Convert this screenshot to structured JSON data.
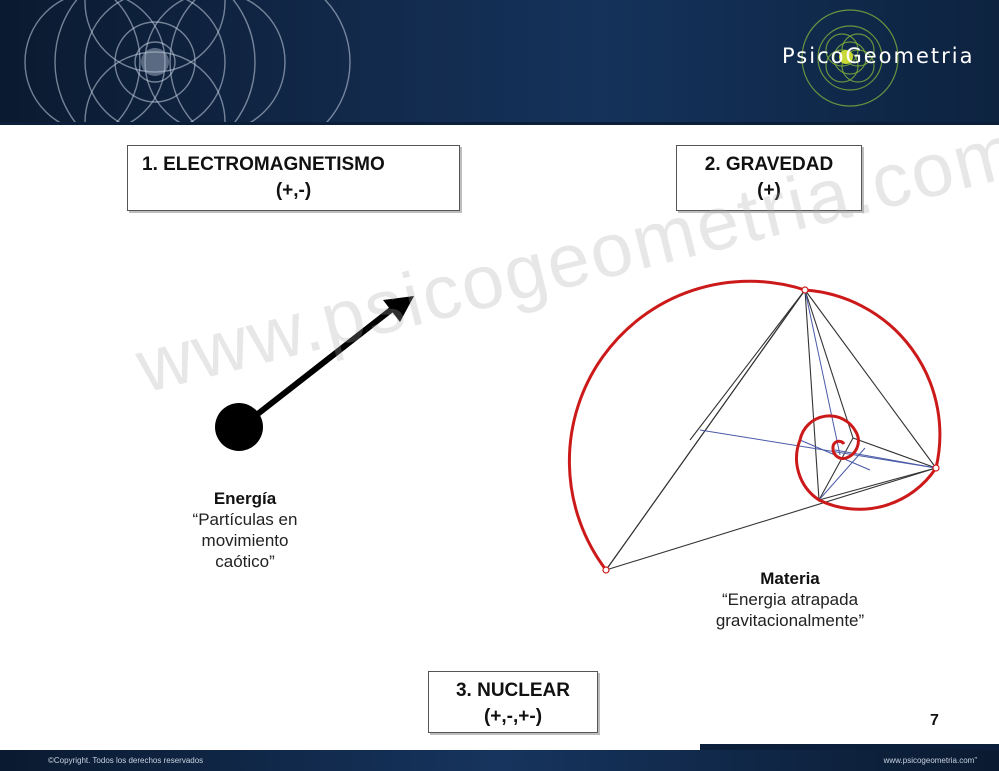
{
  "header": {
    "logo_text": "PsicoGeometria"
  },
  "boxes": {
    "electromagnetismo": {
      "line1": "1.   ELECTROMAGNETISMO",
      "line2": "(+,-)"
    },
    "gravedad": {
      "line1": "2. GRAVEDAD",
      "line2": "(+)"
    },
    "nuclear": {
      "line1": "3. NUCLEAR",
      "line2": "(+,-,+-)"
    }
  },
  "energia": {
    "title": "Energía",
    "lines": [
      "“Partículas en",
      "movimiento",
      "caótico”"
    ]
  },
  "materia": {
    "title": "Materia",
    "lines": [
      "“Energia atrapada",
      "gravitacionalmente”"
    ]
  },
  "watermark": "www.psicogeometria.com",
  "page_number": "7",
  "footer": {
    "copyright": "©Copyright. Todos los derechos reservados",
    "url": "www.psicogeometria.com”"
  },
  "colors": {
    "spiral": "#cc1a1a",
    "triangles": "#333333",
    "inner_lines": "#4a5aa8",
    "header": "#12294a"
  }
}
